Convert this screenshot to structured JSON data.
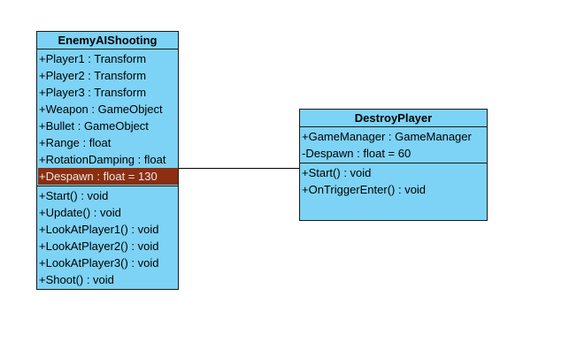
{
  "classes": {
    "enemy": {
      "name": "EnemyAIShooting",
      "attributes": [
        "+Player1 : Transform",
        "+Player2 : Transform",
        "+Player3 : Transform",
        "+Weapon : GameObject",
        "+Bullet : GameObject",
        "+Range : float",
        "+RotationDamping : float",
        "+Despawn : float = 130"
      ],
      "operations": [
        "+Start() : void",
        "+Update() : void",
        "+LookAtPlayer1() : void",
        "+LookAtPlayer2() : void",
        "+LookAtPlayer3() : void",
        "+Shoot() : void"
      ]
    },
    "destroy": {
      "name": "DestroyPlayer",
      "attributes": [
        "+GameManager : GameManager",
        "-Despawn : float = 60"
      ],
      "operations": [
        "+Start() : void",
        "+OnTriggerEnter() : void"
      ]
    }
  },
  "colors": {
    "class_fill": "#7dd3f5",
    "selected_row": "#8b2f10"
  }
}
